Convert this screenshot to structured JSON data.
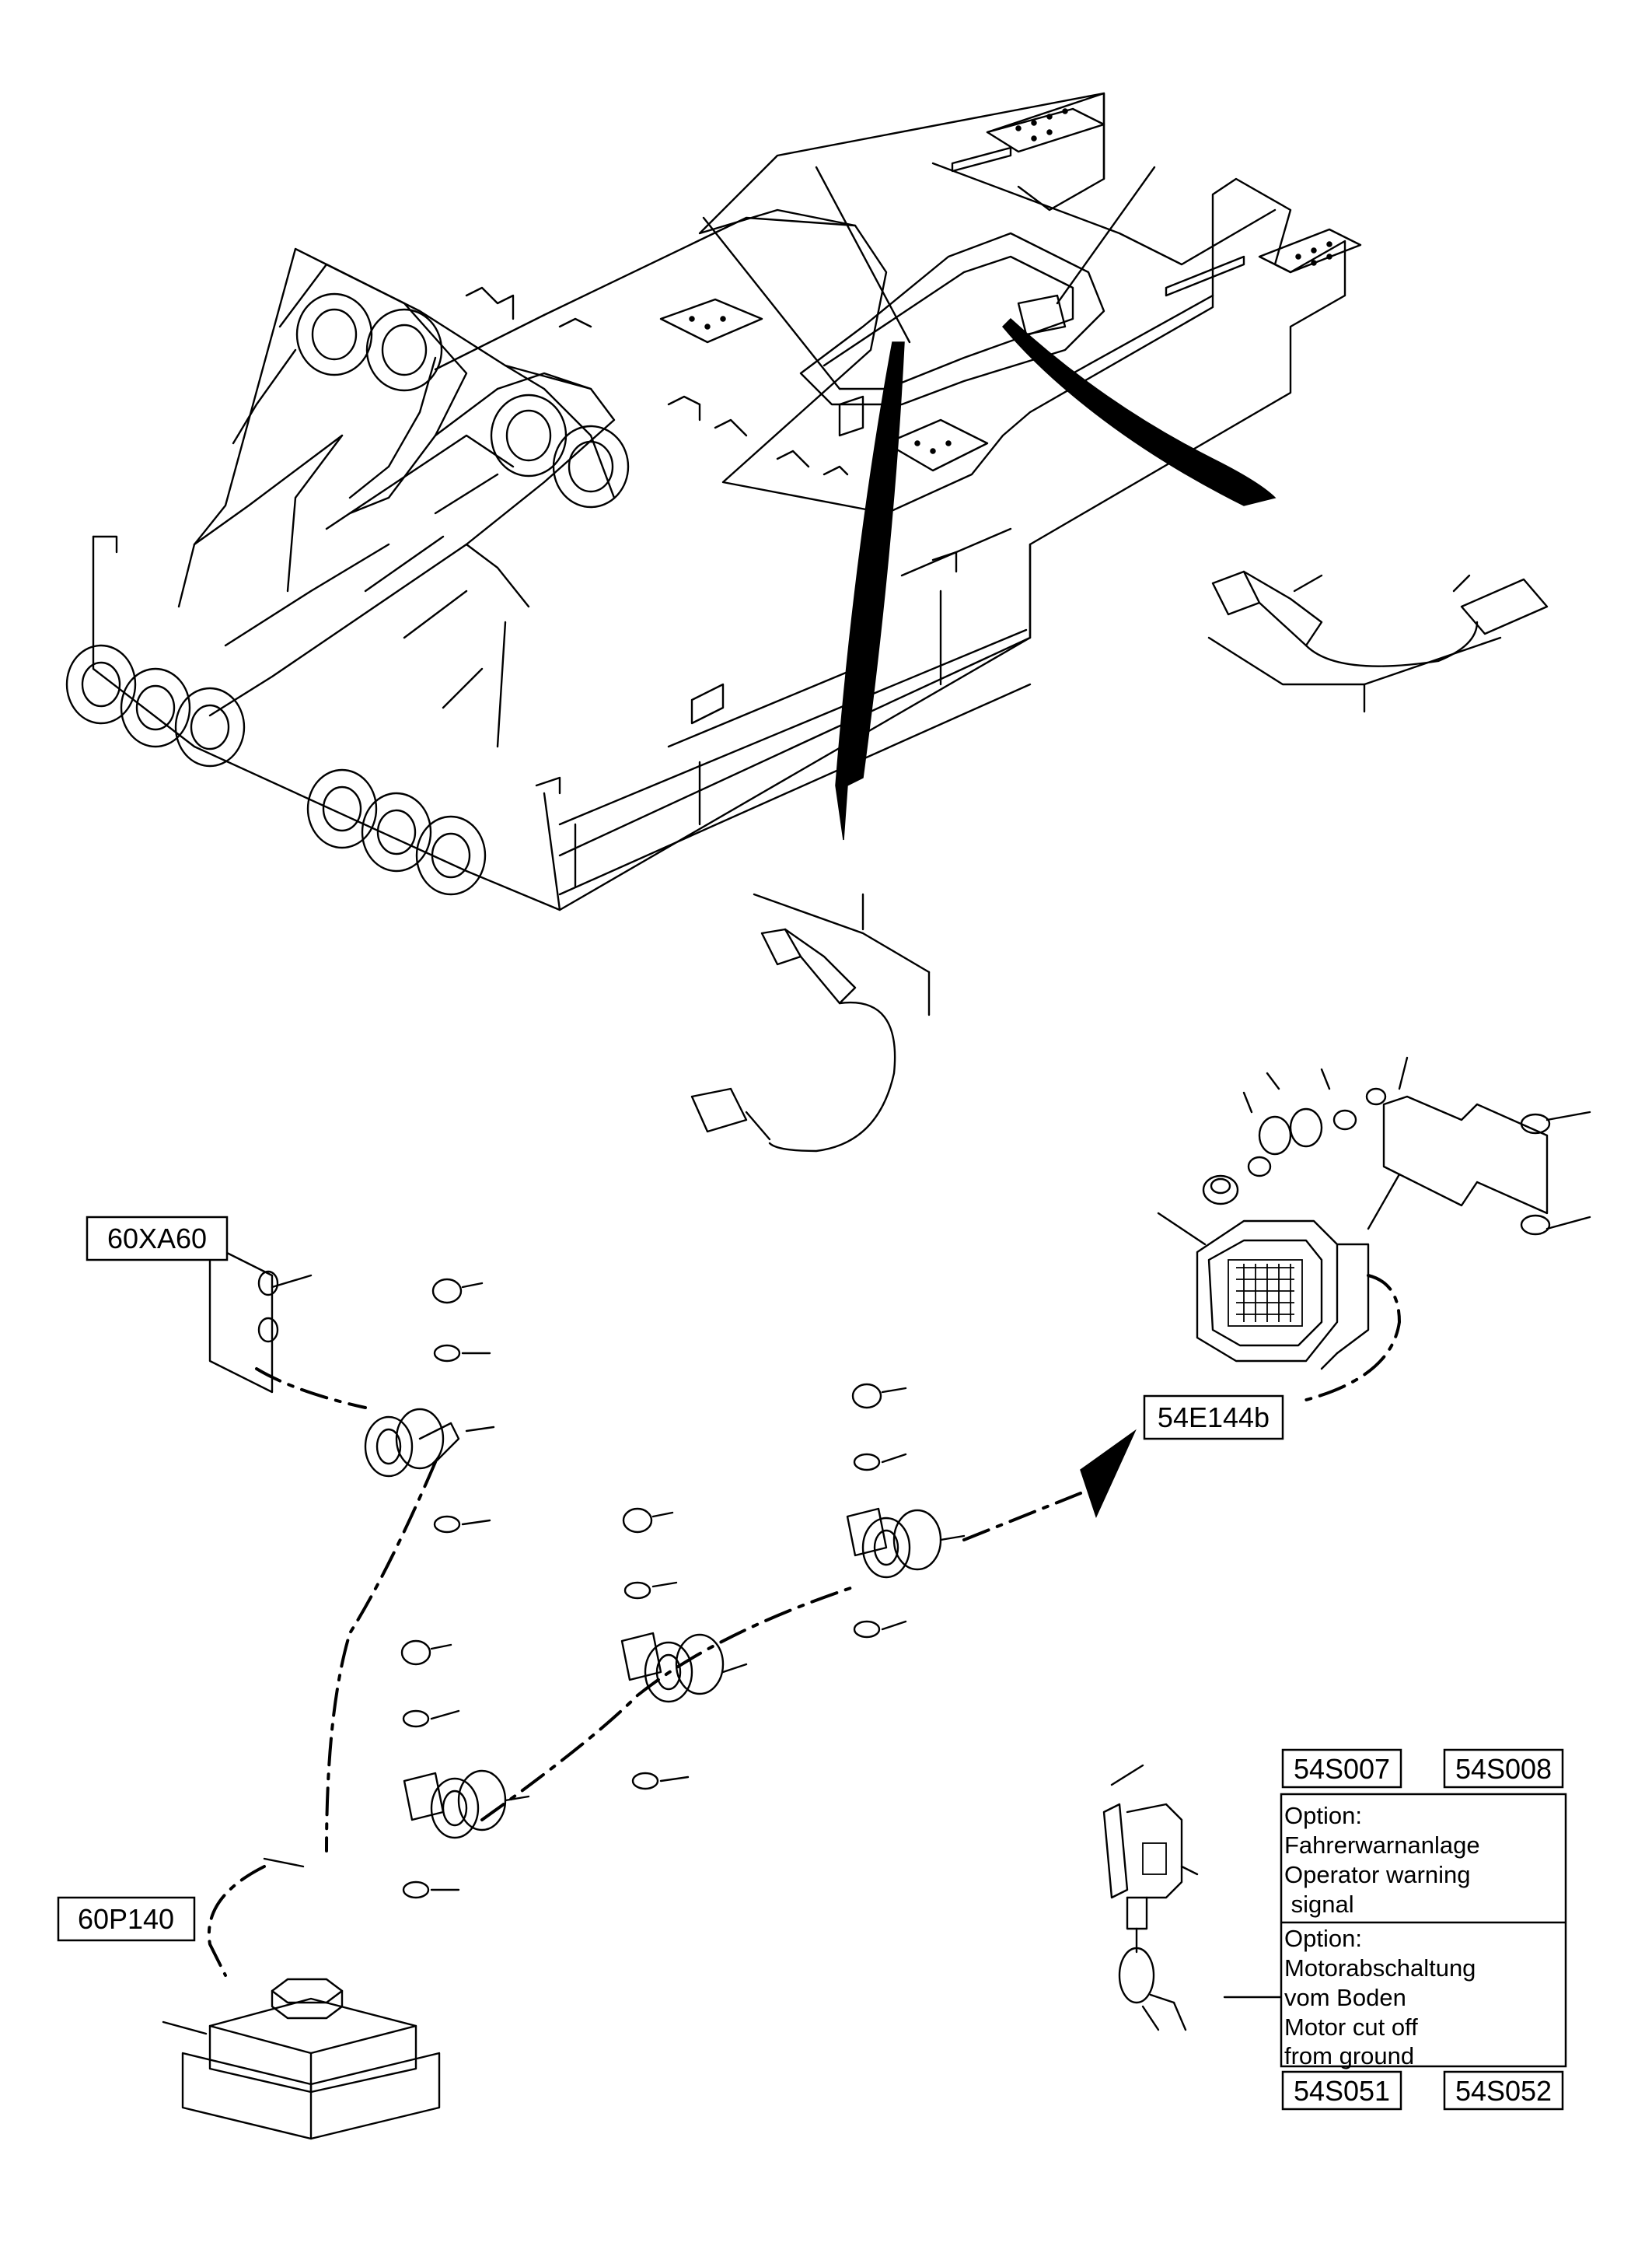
{
  "labels": {
    "connector_60XA60": "60XA60",
    "buzzer_54E144b": "54E144b",
    "unit_60P140": "60P140",
    "switch_54S007": "54S007",
    "switch_54S008": "54S008",
    "switch_54S051": "54S051",
    "switch_54S052": "54S052"
  },
  "options": {
    "warning": {
      "line1": "Option:",
      "line2": "Fahrerwarnanlage",
      "line3": "Operator warning",
      "line4": " signal"
    },
    "cutoff": {
      "line1": "Option:",
      "line2": "Motorabschaltung",
      "line3": "vom Boden",
      "line4": "Motor cut off",
      "line5": "from ground"
    }
  }
}
